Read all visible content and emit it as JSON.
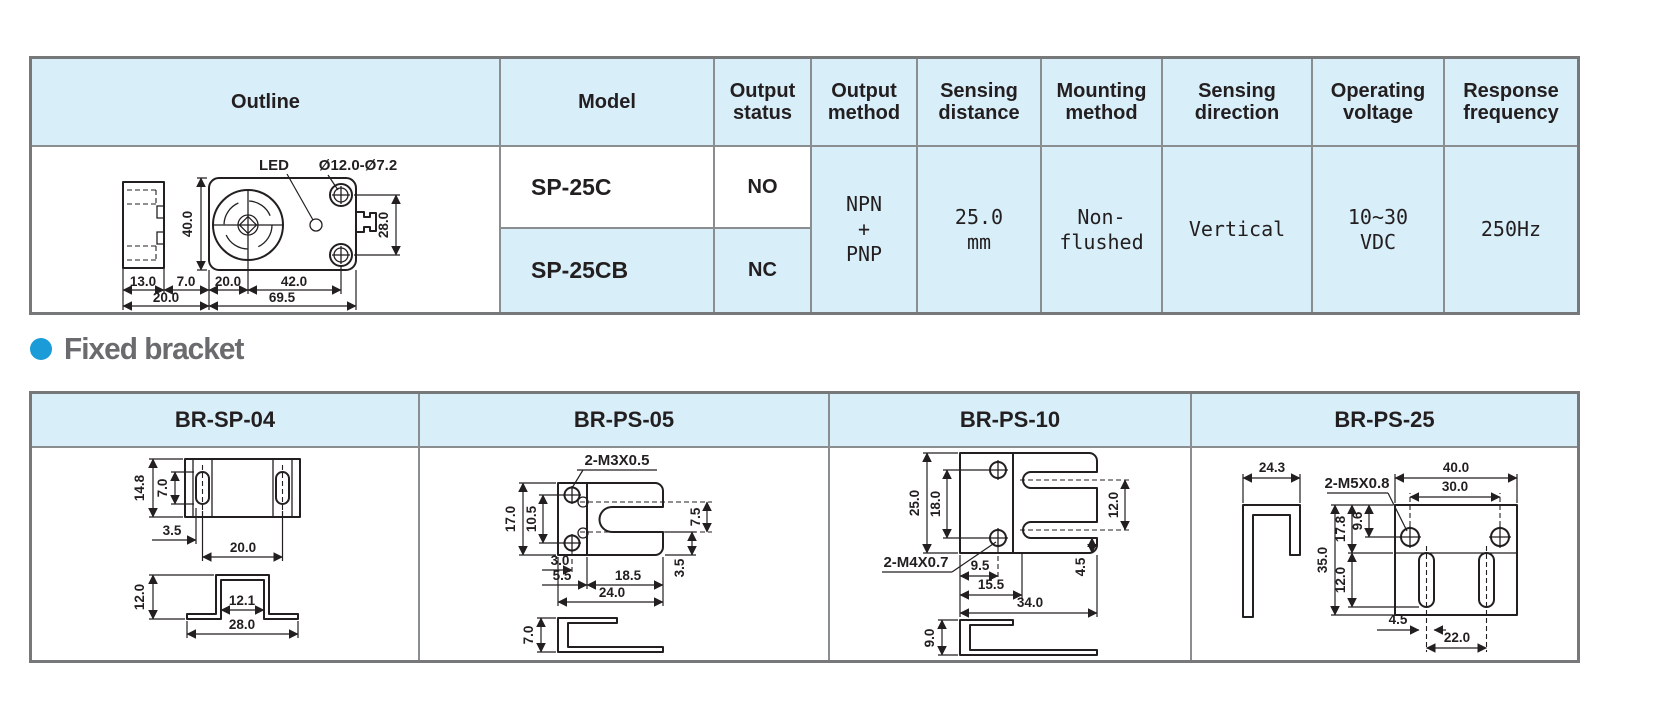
{
  "colors": {
    "table_header_bg": "#d8eef9",
    "row_alt_bg": "#d8eef9",
    "outer_border": "#77787a",
    "inner_border": "#8b8e90",
    "accent_blue": "#1b9cd8",
    "title_gray": "#6a6b6e",
    "ink": "#231f20"
  },
  "spec_table": {
    "headers": [
      "Outline",
      "Model",
      "Output status",
      "Output method",
      "Sensing distance",
      "Mounting method",
      "Sensing direction",
      "Operating voltage",
      "Response frequency"
    ],
    "models": [
      {
        "model": "SP-25C",
        "output_status": "NO"
      },
      {
        "model": "SP-25CB",
        "output_status": "NC"
      }
    ],
    "shared": {
      "output_method": "NPN\n+\nPNP",
      "sensing_distance": "25.0\nmm",
      "mounting_method": "Non-\nflushed",
      "sensing_direction": "Vertical",
      "operating_voltage": "10~30\nVDC",
      "response_frequency": "250Hz"
    }
  },
  "outline_drawing": {
    "led_label": "LED",
    "hole_spec": "Ø12.0-Ø7.2",
    "height": "40.0",
    "hole_pitch": "28.0",
    "side_width": "13.0",
    "gap": "7.0",
    "lens_offset": "20.0",
    "hole_offset": "42.0",
    "side_total": "20.0",
    "total_length": "69.5"
  },
  "fixed_bracket_section": {
    "title": "Fixed bracket"
  },
  "brackets": [
    {
      "name": "BR-SP-04",
      "dims": {
        "height": "14.8",
        "slot_length": "7.0",
        "slot_edge": "3.5",
        "slot_pitch": "20.0",
        "profile_height": "12.0",
        "inner_width": "12.1",
        "outer_width": "28.0"
      }
    },
    {
      "name": "BR-PS-05",
      "thread": "2-M3X0.5",
      "dims": {
        "height": "17.0",
        "hole_pitch": "10.5",
        "slot_height": "7.5",
        "edge_to_hole": "3.0",
        "edge": "5.5",
        "depth": "18.5",
        "bottom_offset": "3.5",
        "width": "24.0",
        "profile_height": "7.0"
      }
    },
    {
      "name": "BR-PS-10",
      "thread": "2-M4X0.7",
      "dims": {
        "height": "25.0",
        "hole_pitch": "18.0",
        "slot_pitch": "12.0",
        "slot_offset": "4.5",
        "hole_edge": "9.5",
        "slot_depth": "15.5",
        "width": "34.0",
        "profile_height": "9.0"
      }
    },
    {
      "name": "BR-PS-25",
      "thread": "2-M5X0.8",
      "dims": {
        "side_width": "24.3",
        "width": "40.0",
        "hole_pitch": "30.0",
        "height": "35.0",
        "upper_height": "17.8",
        "hole_top": "9.6",
        "slot_length": "12.0",
        "slot_width": "4.5",
        "slot_pitch": "22.0"
      }
    }
  ]
}
